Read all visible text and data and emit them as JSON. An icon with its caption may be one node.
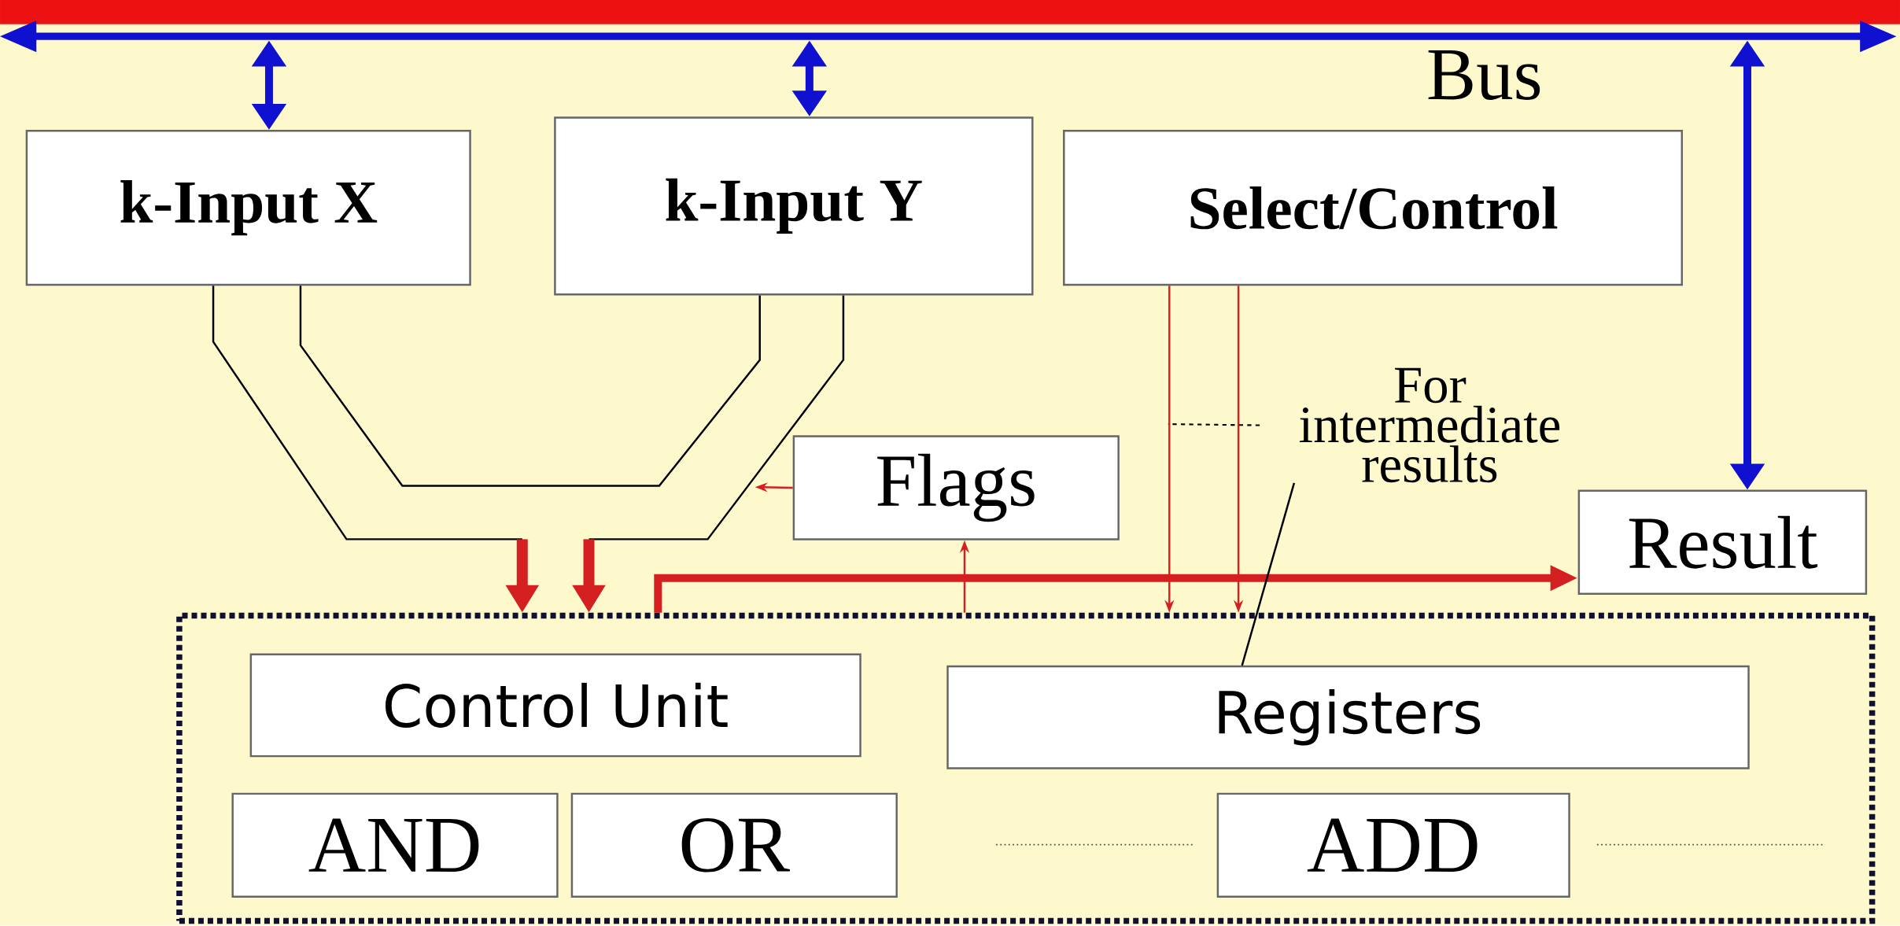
{
  "diagram": {
    "nodes": [
      {
        "text": [],
        "shape": "bar"
      },
      {
        "text": [
          "k-Input X"
        ]
      },
      {
        "text": [
          "k-Input Y"
        ]
      },
      {
        "text": [
          "Select/Control"
        ]
      },
      {
        "text": [
          "Flags"
        ]
      },
      {
        "text": [
          "For intermediate results"
        ]
      },
      {
        "text": [
          "Result"
        ]
      },
      {
        "text": [],
        "shape": "box"
      },
      {
        "text": [
          "Control Unit"
        ],
        "in": 7
      },
      {
        "text": [
          "Registers"
        ],
        "in": 7
      },
      {
        "text": [
          "AND"
        ],
        "in": 7
      },
      {
        "text": [
          "OR"
        ],
        "in": 7
      },
      {
        "text": [
          "ADD"
        ],
        "in": 7
      }
    ],
    "edges": [
      {
        "from": 0,
        "to": 1,
        "arrow": "both",
        "style": "thick",
        "color": "#1010d0"
      },
      {
        "from": 0,
        "to": 2,
        "arrow": "both",
        "style": "thick",
        "color": "#1010d0"
      },
      {
        "from": 6,
        "to": 0,
        "arrow": "both",
        "style": "thick",
        "color": "#1010d0"
      },
      {
        "from": 1,
        "to": 7,
        "arrow": "to"
      },
      {
        "from": 2,
        "to": 7,
        "arrow": "to"
      },
      {
        "from": 1,
        "to": 2,
        "arrow": "none"
      },
      {
        "from": 4,
        "to": null,
        "arrow": "to",
        "color": "#d42020"
      },
      {
        "from": 7,
        "to": 4,
        "arrow": "to",
        "color": "#d42020"
      },
      {
        "from": 7,
        "to": 6,
        "arrow": "to",
        "style": "thick",
        "color": "#d42020"
      },
      {
        "from": 3,
        "to": 7,
        "arrow": "to",
        "color": "#d42020"
      },
      {
        "from": 3,
        "to": 7,
        "arrow": "to",
        "color": "#d42020"
      },
      {
        "from": 5,
        "to": null,
        "arrow": "none",
        "style": "dashed"
      },
      {
        "from": 5,
        "to": 9,
        "arrow": "none"
      }
    ],
    "labels": [
      "Bus"
    ]
  }
}
